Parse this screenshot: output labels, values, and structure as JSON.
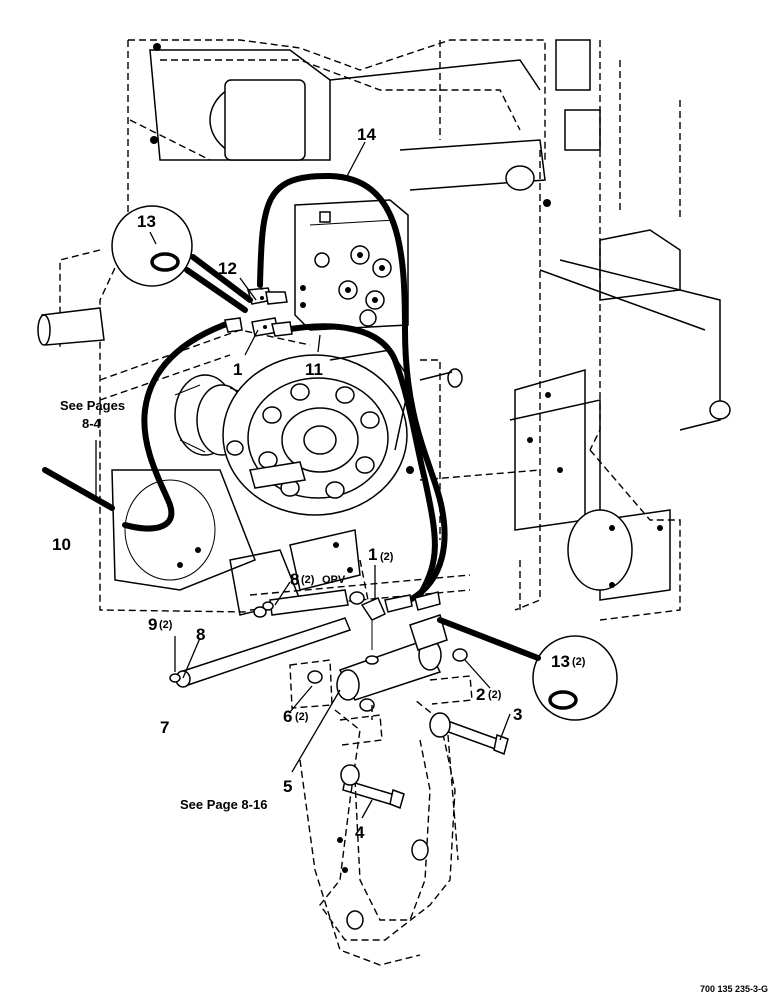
{
  "callouts": {
    "c1a": "1",
    "c1b": "1",
    "c1b_qty": "(2)",
    "c2": "2",
    "c2_qty": "(2)",
    "c3": "3",
    "c4": "4",
    "c5": "5",
    "c6": "6",
    "c6_qty": "(2)",
    "c7": "7",
    "c8a": "8",
    "c8a_qty": "(2)",
    "c8a_note": "OPV",
    "c8b": "8",
    "c9": "9",
    "c9_qty": "(2)",
    "c10": "10",
    "c11": "11",
    "c12": "12",
    "c13a": "13",
    "c13b": "13",
    "c13b_qty": "(2)",
    "c14": "14"
  },
  "notes": {
    "see_pages_line1": "See Pages",
    "see_pages_line2": "8-4",
    "see_page_816": "See Page 8-16"
  },
  "figure_ref": "700 135 235-3-G"
}
